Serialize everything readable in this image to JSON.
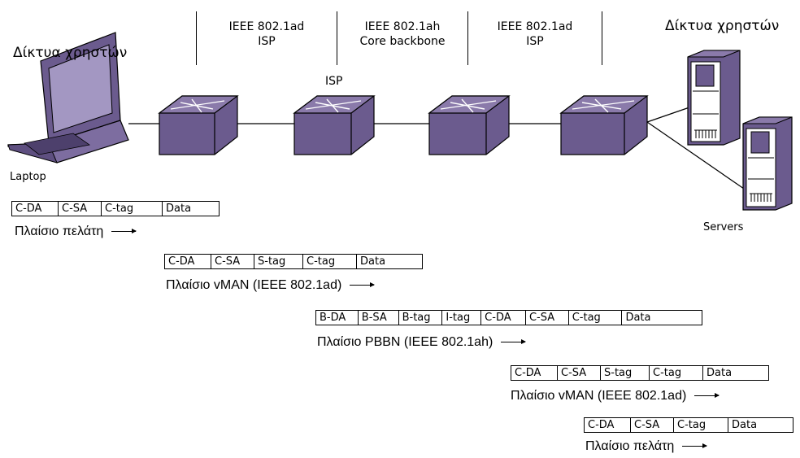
{
  "headers": [
    {
      "line1": "IEEE 802.1ad",
      "line2": "ISP"
    },
    {
      "line1": "IEEE 802.1ah",
      "line2": "Core backbone"
    },
    {
      "line1": "IEEE 802.1ad",
      "line2": "ISP"
    }
  ],
  "isp_label": "ISP",
  "left_group": "Δίκτυα χρηστών",
  "right_group": "Δίκτυα χρηστών",
  "laptop_label": "Laptop",
  "servers_label": "Servers",
  "frames": [
    {
      "fields": [
        "C-DA",
        "C-SA",
        "C-tag",
        "Data"
      ],
      "caption": "Πλαίσιο πελάτη"
    },
    {
      "fields": [
        "C-DA",
        "C-SA",
        "S-tag",
        "C-tag",
        "Data"
      ],
      "caption": "Πλαίσιο vMAN (IEEE 802.1ad)"
    },
    {
      "fields": [
        "B-DA",
        "B-SA",
        "B-tag",
        "I-tag",
        "C-DA",
        "C-SA",
        "C-tag",
        "Data"
      ],
      "caption": "Πλαίσιο PBBN (IEEE 802.1ah)"
    },
    {
      "fields": [
        "C-DA",
        "C-SA",
        "S-tag",
        "C-tag",
        "Data"
      ],
      "caption": "Πλαίσιο vMAN (IEEE 802.1ad)"
    },
    {
      "fields": [
        "C-DA",
        "C-SA",
        "C-tag",
        "Data"
      ],
      "caption": "Πλαίσιο πελάτη"
    }
  ],
  "colors": {
    "device_fill": "#6b5b8e",
    "device_dark": "#4d406c",
    "device_light": "#8a7aaa"
  }
}
